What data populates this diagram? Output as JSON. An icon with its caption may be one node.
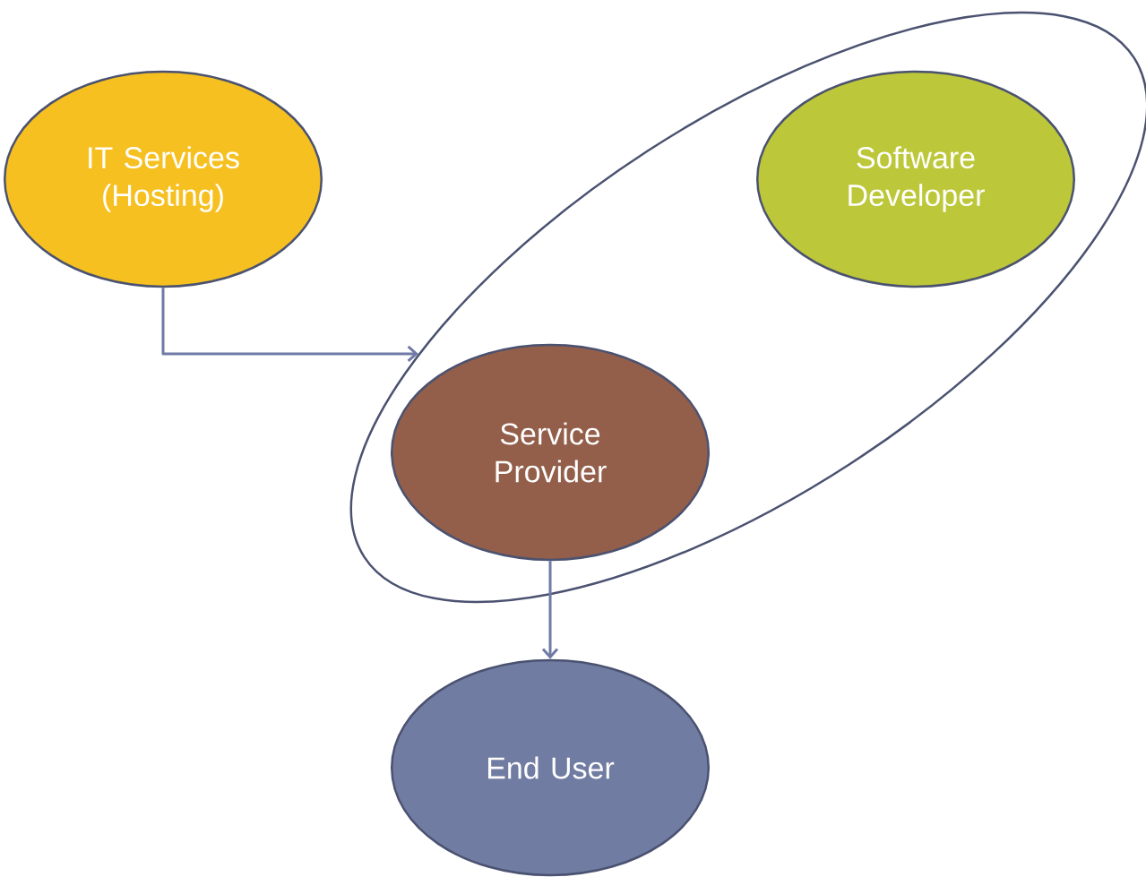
{
  "diagram": {
    "nodes": [
      {
        "text": [
          "IT Services (Hosting)"
        ]
      },
      {
        "text": [],
        "shape": "ellipse"
      },
      {
        "text": [
          "Software Developer"
        ],
        "in": 1
      },
      {
        "text": [
          "Service Provider"
        ],
        "in": 1
      },
      {
        "text": [
          "End User"
        ]
      }
    ],
    "edges": [
      {
        "from": 0,
        "to": 1,
        "arrow": "to"
      },
      {
        "from": 3,
        "to": 4,
        "arrow": "to"
      }
    ]
  }
}
